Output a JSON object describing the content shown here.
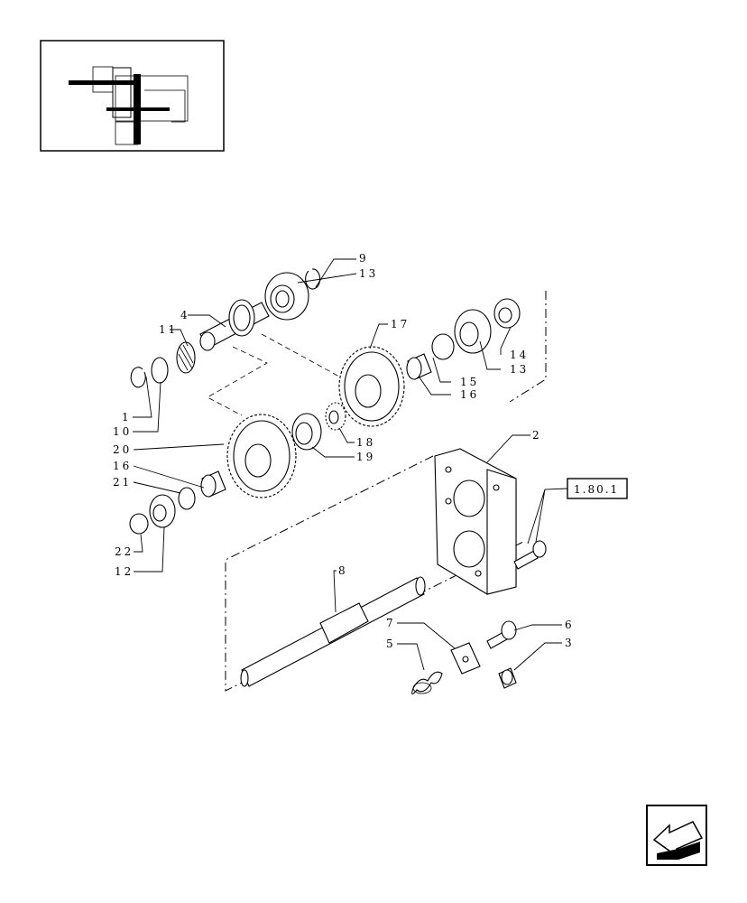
{
  "diagram": {
    "reference_box": "1.80.1",
    "callouts": [
      {
        "id": "c9",
        "label": "9"
      },
      {
        "id": "c13a",
        "label": "13"
      },
      {
        "id": "c4",
        "label": "4"
      },
      {
        "id": "c11",
        "label": "11"
      },
      {
        "id": "c17",
        "label": "17"
      },
      {
        "id": "c14",
        "label": "14"
      },
      {
        "id": "c13b",
        "label": "13"
      },
      {
        "id": "c15",
        "label": "15"
      },
      {
        "id": "c16a",
        "label": "16"
      },
      {
        "id": "c1",
        "label": "1"
      },
      {
        "id": "c10",
        "label": "10"
      },
      {
        "id": "c18",
        "label": "18"
      },
      {
        "id": "c19",
        "label": "19"
      },
      {
        "id": "c20",
        "label": "20"
      },
      {
        "id": "c16b",
        "label": "16"
      },
      {
        "id": "c21",
        "label": "21"
      },
      {
        "id": "c2",
        "label": "2"
      },
      {
        "id": "c22",
        "label": "22"
      },
      {
        "id": "c12",
        "label": "12"
      },
      {
        "id": "c8",
        "label": "8"
      },
      {
        "id": "c7",
        "label": "7"
      },
      {
        "id": "c5",
        "label": "5"
      },
      {
        "id": "c6",
        "label": "6"
      },
      {
        "id": "c3",
        "label": "3"
      }
    ]
  },
  "icons": {
    "thumbnail": "assembly-location-thumbnail",
    "nav": "previous-page-arrow-icon"
  }
}
